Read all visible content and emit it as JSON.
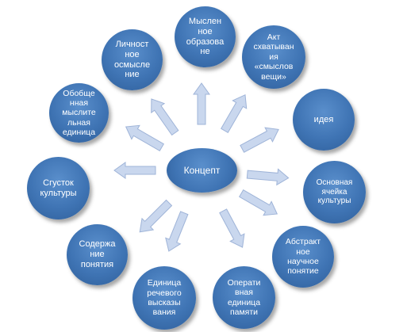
{
  "center": {
    "label": "Концепт"
  },
  "nodes": [
    {
      "label": "Мыслен\nное\nобразова\nне"
    },
    {
      "label": "Акт\nсхватыван\nия\n«смыслов\nвещи»"
    },
    {
      "label": "идея"
    },
    {
      "label": "Основная\nячейка\nкультуры"
    },
    {
      "label": "Абстракт\nное\nнаучное\nпонятие"
    },
    {
      "label": "Операти\nвная\nединица\nпамяти"
    },
    {
      "label": "Единица\nречевого\nвысказы\nвания"
    },
    {
      "label": "Содержа\nние\nпонятия"
    },
    {
      "label": "Сгусток\nкультуры"
    },
    {
      "label": "Обобще\nнная\nмыслите\nльная\nединица"
    },
    {
      "label": "Личност\nное\nосмысле\nние"
    }
  ],
  "colors": {
    "node_fill": "#4a7fbf",
    "arrow_fill": "#c9d7ee",
    "arrow_stroke": "#9fb4d8"
  }
}
